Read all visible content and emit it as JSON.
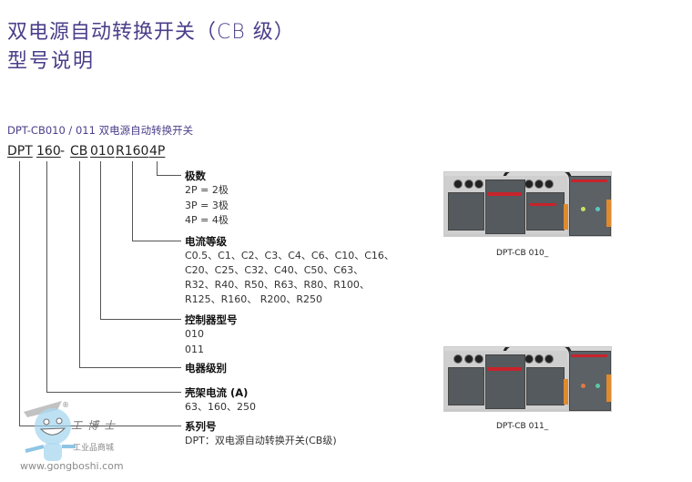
{
  "header": {
    "title": "双电源自动转换开关（CB 级）",
    "subtitle": "型号说明"
  },
  "section": {
    "heading": "DPT-CB010 / 011 双电源自动转换开关"
  },
  "model_code": {
    "parts": [
      "DPT",
      "160",
      "-",
      "CB",
      "010",
      "R160",
      "4P"
    ]
  },
  "fields": [
    {
      "label": "极数",
      "values": [
        "2P = 2极",
        "3P = 3极",
        "4P = 4极"
      ]
    },
    {
      "label": "电流等级",
      "values": [
        "C0.5、C1、C2、C3、C4、C6、C10、C16、",
        "C20、C25、C32、C40、C50、C63、",
        "R32、R40、R50、R63、R80、R100、",
        "R125、R160、 R200、R250"
      ]
    },
    {
      "label": "控制器型号",
      "values": [
        "010",
        "011"
      ]
    },
    {
      "label": "电器级别",
      "values": []
    },
    {
      "label": "壳架电流 (A)",
      "values": [
        "63、160、250"
      ]
    },
    {
      "label": "系列号",
      "values": [
        "DPT：双电源自动转换开关(CB级)"
      ]
    }
  ],
  "products": [
    {
      "caption": "DPT-CB 010_"
    },
    {
      "caption": "DPT-CB 011_"
    }
  ],
  "watermark": {
    "brand": "工博士",
    "tagline": "工业品商城",
    "url": "www.gongboshi.com",
    "registered": "®"
  }
}
